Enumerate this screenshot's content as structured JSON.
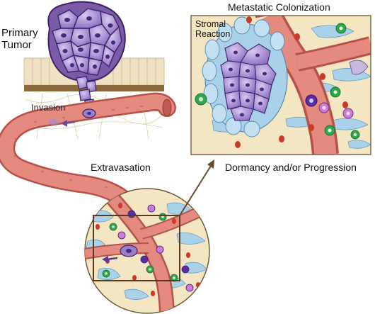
{
  "labels": {
    "primary_tumor": [
      "Primary",
      "Tumor"
    ],
    "metastatic_colonization": "Metastatic Colonization",
    "stromal_reaction": [
      "Stromal",
      "Reaction"
    ],
    "invasion": "Invasion",
    "extravasation": "Extravasation",
    "dormancy_progression": "Dormancy and/or Progression"
  },
  "colors": {
    "tumor_cell": "#9a7fc8",
    "tumor_outline": "#4a2a7a",
    "vessel": "#e0857a",
    "vessel_dark": "#b5524a",
    "stroma": "#f2e3bf",
    "stromal_cell": "#a9d2ea",
    "red_cell": "#c93a2a",
    "immune_green": "#2fa84a",
    "immune_purple": "#5a2ea8",
    "epithelium": "#ead9b8",
    "basement": "#8a6a3a",
    "arrow": "#6b4a2a"
  }
}
